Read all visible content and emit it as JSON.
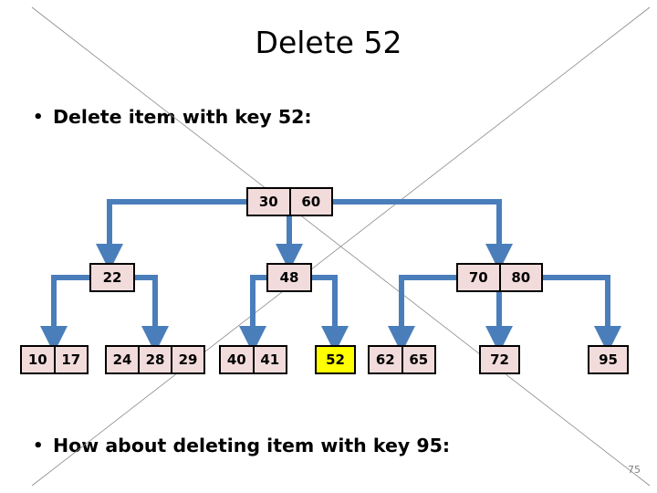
{
  "slide": {
    "title": "Delete 52",
    "page_number": "75",
    "bullets": [
      {
        "marker": "•",
        "text": "Delete item with key 52:"
      },
      {
        "marker": "•",
        "text": "How about deleting item with key 95:"
      }
    ]
  },
  "colors": {
    "node_fill": "#F2DCDB",
    "node_border": "#000000",
    "connector": "#4A7EBB",
    "highlight": "#FFFF00",
    "title_text": "#000000",
    "page_number_text": "#7F7F7F"
  },
  "tree": {
    "type": "b-plus-tree",
    "levels": [
      {
        "level": 0,
        "name": "root",
        "nodes": [
          {
            "id": "root",
            "keys": [
              "30",
              "60"
            ],
            "highlight": [
              false,
              false
            ]
          }
        ]
      },
      {
        "level": 1,
        "name": "internal",
        "nodes": [
          {
            "id": "internal-22",
            "keys": [
              "22"
            ],
            "highlight": [
              false
            ]
          },
          {
            "id": "internal-48",
            "keys": [
              "48"
            ],
            "highlight": [
              false
            ]
          },
          {
            "id": "internal-70-80",
            "keys": [
              "70",
              "80"
            ],
            "highlight": [
              false,
              false
            ]
          }
        ]
      },
      {
        "level": 2,
        "name": "leaves",
        "nodes": [
          {
            "id": "leaf-10-17",
            "keys": [
              "10",
              "17"
            ],
            "highlight": [
              false,
              false
            ]
          },
          {
            "id": "leaf-24-28-29",
            "keys": [
              "24",
              "28",
              "29"
            ],
            "highlight": [
              false,
              false,
              false
            ]
          },
          {
            "id": "leaf-40-41",
            "keys": [
              "40",
              "41"
            ],
            "highlight": [
              false,
              false
            ]
          },
          {
            "id": "leaf-52",
            "keys": [
              "52"
            ],
            "highlight": [
              true
            ]
          },
          {
            "id": "leaf-62-65",
            "keys": [
              "62",
              "65"
            ],
            "highlight": [
              false,
              false
            ]
          },
          {
            "id": "leaf-72",
            "keys": [
              "72"
            ],
            "highlight": [
              false
            ]
          },
          {
            "id": "leaf-95",
            "keys": [
              "95"
            ],
            "highlight": [
              false
            ]
          }
        ]
      }
    ]
  }
}
